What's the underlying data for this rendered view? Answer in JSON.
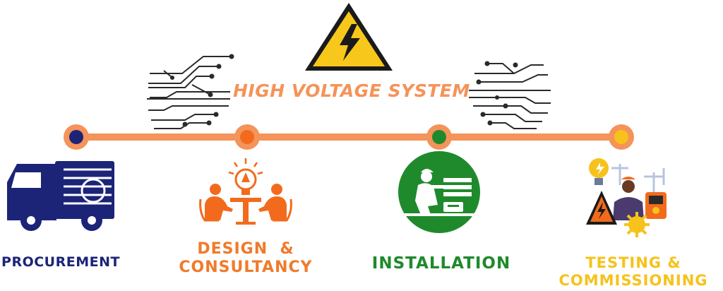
{
  "title": "HIGH VOLTAGE SYSTEM",
  "stages": [
    {
      "label_lines": [
        "PROCUREMENT"
      ],
      "dot_color": "#1c2478",
      "text_color": "#1c2478",
      "icon": "truck-icon"
    },
    {
      "label_lines": [
        "DESIGN  &",
        "CONSULTANCY"
      ],
      "dot_color": "#f26b1d",
      "text_color": "#f07a2a",
      "icon": "consultancy-icon"
    },
    {
      "label_lines": [
        "INSTALLATION"
      ],
      "dot_color": "#1f8a2c",
      "text_color": "#1f8a2c",
      "icon": "installation-worker-icon"
    },
    {
      "label_lines": [
        "TESTING &",
        "COMMISSIONING"
      ],
      "dot_color": "#f6c21b",
      "text_color": "#f6c21b",
      "icon": "testing-technician-icon"
    }
  ],
  "colors": {
    "timeline": "#f4935a",
    "warning_yellow": "#f7c81b",
    "circuit": "#2a2a2a"
  },
  "icons": [
    "high-voltage-warning-icon",
    "circuit-lines-left-icon",
    "circuit-lines-right-icon"
  ]
}
